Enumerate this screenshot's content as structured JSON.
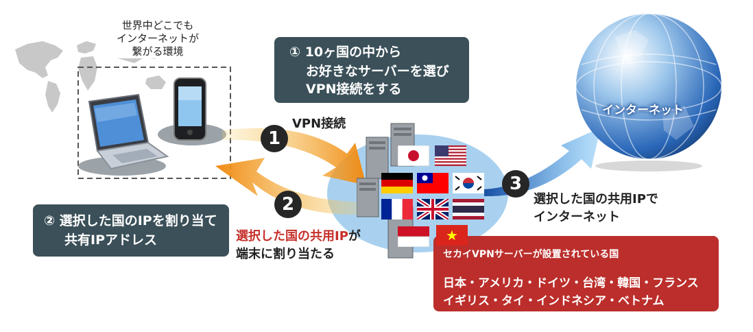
{
  "environment_label": [
    "世界中どこでも",
    "インターネットが",
    "繋がる環境"
  ],
  "step1_box": {
    "lines": [
      "① 10ヶ国の中から",
      "お好きなサーバーを選び",
      "VPN接続をする"
    ]
  },
  "step2_box": {
    "lines": [
      "② 選択した国のIPを割り当て",
      "共有IPアドレス"
    ]
  },
  "arrow1_label": "VPN接続",
  "arrow2_label": {
    "line1_highlight": "選択した国の共用IP",
    "line1_suffix": "が",
    "line2": "端末に割り当たる"
  },
  "arrow3_label": [
    "選択した国の共用IPで",
    "インターネット"
  ],
  "step_numbers": [
    "1",
    "2",
    "3"
  ],
  "globe_label": "インターネット",
  "countries_box": {
    "star": "★",
    "header": "セカイVPNサーバーが設置されている国",
    "countries_line1": "日本・アメリカ・ドイツ・台湾・韓国・フランス",
    "countries_line2": "イギリス・タイ・インドネシア・ベトナム"
  },
  "flags": [
    "japan-flag",
    "usa-flag",
    "germany-flag",
    "taiwan-flag",
    "korea-flag",
    "france-flag",
    "uk-flag",
    "thailand-flag",
    "indonesia-flag",
    "vietnam-flag"
  ],
  "colors": {
    "callout_bg": "#3b5059",
    "countries_box_bg": "#bb2e2b",
    "highlight_text": "#c6302a",
    "arrow_orange": "#f39a1e",
    "arrow_blue": "#1f7fd0",
    "cloud": "#a9d1ef"
  }
}
